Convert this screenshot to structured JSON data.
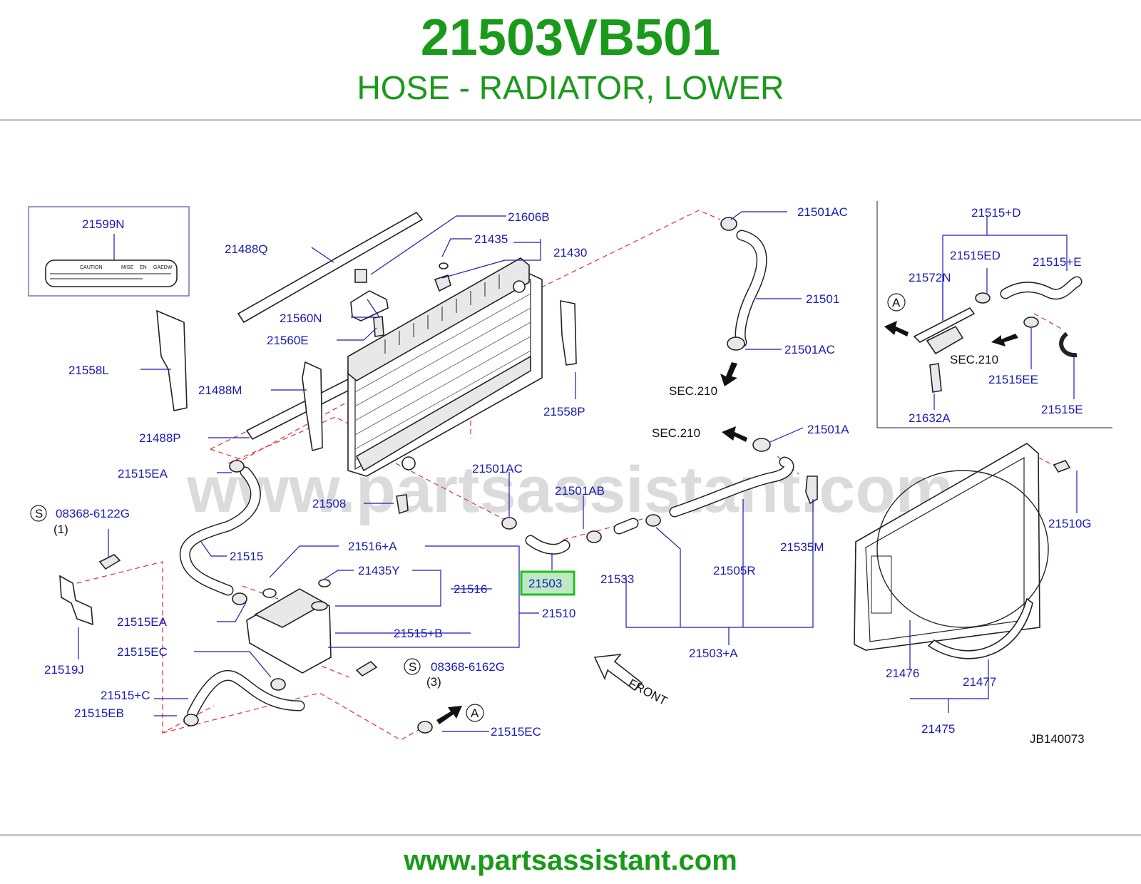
{
  "header": {
    "part_number": "21503VB501",
    "description": "HOSE - RADIATOR, LOWER"
  },
  "footer": {
    "url": "www.partsassistant.com"
  },
  "watermark": "www.partsassistant.com",
  "colors": {
    "brand_green": "#1a9a1a",
    "label_blue": "#1a1ab4",
    "highlight_border": "#1fbf1f",
    "highlight_fill": "#bfe9c4",
    "dash_red": "#e03030"
  },
  "diagram_code": "JB140073",
  "front_label": "FRONT",
  "label_box": {
    "part": "21599N",
    "caption": "CAUTION",
    "mise": "MISE",
    "en": "EN",
    "code": "GAEDW"
  },
  "callouts": {
    "p21606B": "21606B",
    "p21435": "21435",
    "p21430": "21430",
    "p21488Q": "21488Q",
    "p21560N": "21560N",
    "p21560E": "21560E",
    "p21558L": "21558L",
    "p21488M": "21488M",
    "p21488P": "21488P",
    "p21515EA_1": "21515EA",
    "p21508": "21508",
    "p21501AC_1": "21501AC",
    "p21501": "21501",
    "p21501AC_2": "21501AC",
    "sec210_1": "SEC.210",
    "p21558P": "21558P",
    "sec210_2": "SEC.210",
    "p21501A": "21501A",
    "p21501AC_3": "21501AC",
    "p21501AB": "21501AB",
    "p08368_6122G": "08368-6122G",
    "qty1": "(1)",
    "p21515": "21515",
    "p21516A": "21516+A",
    "p21435Y": "21435Y",
    "p21516": "21516",
    "p21503": "21503",
    "p21533": "21533",
    "p21505R": "21505R",
    "p21535M": "21535M",
    "p21510": "21510",
    "p21515EA_2": "21515EA",
    "p21515B": "21515+B",
    "p21519J": "21519J",
    "p21515EC_1": "21515EC",
    "p08368_6162G": "08368-6162G",
    "qty3": "(3)",
    "p21503A": "21503+A",
    "p21515C": "21515+C",
    "p21515EB": "21515EB",
    "p21515EC_2": "21515EC",
    "ref_a1": "A",
    "ref_a2": "A",
    "s1": "S",
    "s2": "S",
    "p21510G": "21510G",
    "p21476": "21476",
    "p21477": "21477",
    "p21475": "21475"
  },
  "inset_callouts": {
    "p21515D": "21515+D",
    "p21515ED": "21515ED",
    "p21515E_plus": "21515+E",
    "p21572N": "21572N",
    "sec210": "SEC.210",
    "p21515EE": "21515EE",
    "p21632A": "21632A",
    "p21515E": "21515E"
  }
}
